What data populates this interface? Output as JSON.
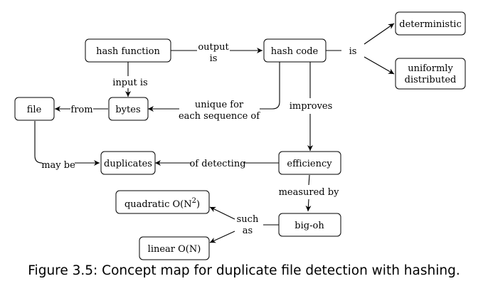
{
  "nodes": {
    "hash_function": "hash function",
    "hash_code": "hash code",
    "deterministic": "deterministic",
    "uniformly_distributed": [
      "uniformly",
      "distributed"
    ],
    "file": "file",
    "bytes": "bytes",
    "duplicates": "duplicates",
    "efficiency": "efficiency",
    "big_oh": "big-oh",
    "quadratic": "quadratic O(N",
    "quadratic_exp": "2",
    "quadratic_close": ")",
    "linear": "linear O(N)"
  },
  "edges": {
    "output_is": [
      "output",
      "is"
    ],
    "is": "is",
    "input_is": "input is",
    "from": "from",
    "unique_for": [
      "unique for",
      "each sequence of"
    ],
    "improves": "improves",
    "may_be": "may be",
    "of_detecting": "of detecting",
    "measured_by": "measured by",
    "such_as": [
      "such",
      "as"
    ]
  },
  "caption": "Figure 3.5: Concept map for duplicate file detection with hashing."
}
